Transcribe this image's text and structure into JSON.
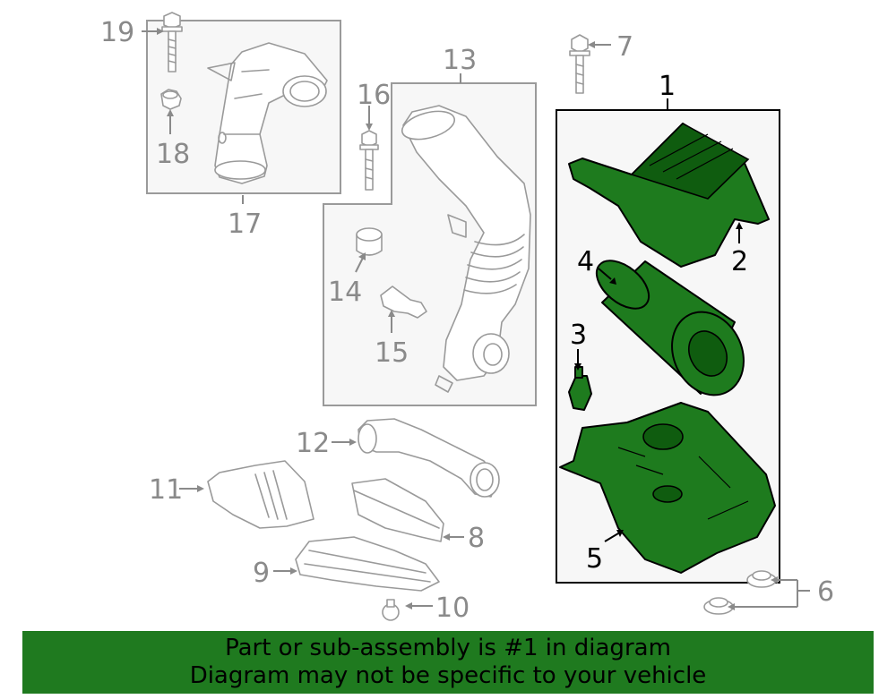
{
  "callouts": {
    "c1": "1",
    "c2": "2",
    "c3": "3",
    "c4": "4",
    "c5": "5",
    "c6": "6",
    "c7": "7",
    "c8": "8",
    "c9": "9",
    "c10": "10",
    "c11": "11",
    "c12": "12",
    "c13": "13",
    "c14": "14",
    "c15": "15",
    "c16": "16",
    "c17": "17",
    "c18": "18",
    "c19": "19"
  },
  "banner": {
    "line1": "Part or sub-assembly is #1 in diagram",
    "line2": "Diagram may not be specific to your vehicle"
  },
  "colors": {
    "highlight_green": "#1e7b1e",
    "banner_green": "#1f7a1f",
    "muted_gray": "#8a8a8a"
  }
}
